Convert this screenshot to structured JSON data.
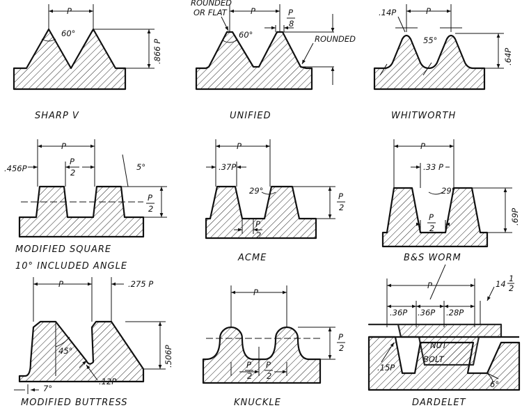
{
  "captions": {
    "sharp_v": "SHARP V",
    "unified": "UNIFIED",
    "whitworth": "WHITWORTH",
    "modified_square_1": "MODIFIED SQUARE",
    "modified_square_2": "10° INCLUDED ANGLE",
    "acme": "ACME",
    "bs_worm": "B&S WORM",
    "modified_buttress": "MODIFIED BUTTRESS",
    "knuckle": "KNUCKLE",
    "dardelet": "DARDELET"
  },
  "dims": {
    "pitch": "P",
    "half_pitch_num": "P",
    "half_pitch_den": "2",
    "eighth_num": "P",
    "eighth_den": "8",
    "angle_60": "60°",
    "angle_55": "55°",
    "angle_29": "29°",
    "angle_5": "5°",
    "angle_45": "45°",
    "angle_7": "7°",
    "angle_6": "6°",
    "angle_14_whole": "14",
    "angle_14_num": "1",
    "angle_14_den": "2",
    "h_866": ".866 P",
    "h_64": ".64P",
    "h_69": ".69P",
    "h_506": ".506P",
    "r_14": ".14P",
    "w_456": ".456P",
    "w_37": ".37P",
    "w_33": ".33 P",
    "w_275": ".275 P",
    "w_12": ".12P",
    "w_36a": ".36P",
    "w_36b": ".36P",
    "w_28": ".28P",
    "w_15": ".15P",
    "rounded_flat_1": "ROUNDED",
    "rounded_flat_2": "OR FLAT",
    "rounded": "ROUNDED",
    "nut": "NUT",
    "bolt": "BOLT"
  }
}
